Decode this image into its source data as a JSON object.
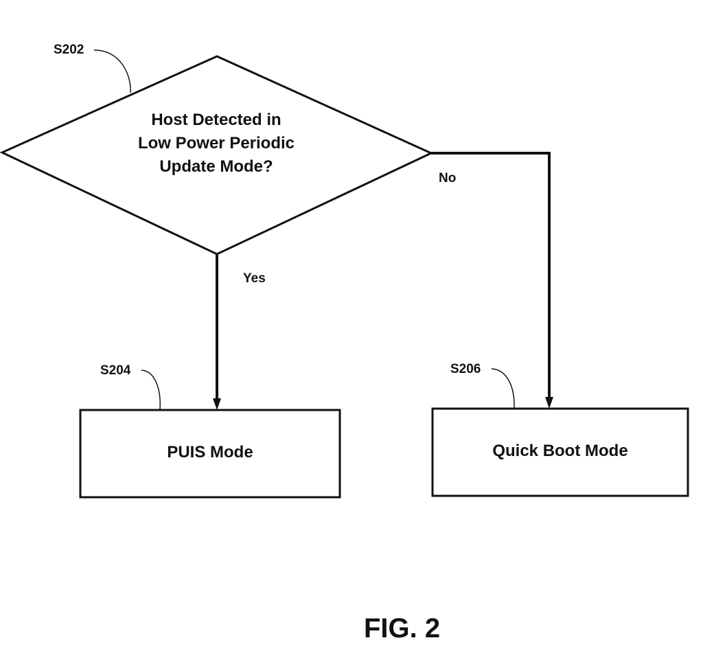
{
  "figure": {
    "caption": "FIG. 2"
  },
  "nodes": {
    "decision": {
      "ref": "S202",
      "lines": [
        "Host Detected in",
        "Low Power Periodic",
        "Update Mode?"
      ]
    },
    "puis": {
      "ref": "S204",
      "label": "PUIS Mode"
    },
    "quick_boot": {
      "ref": "S206",
      "label": "Quick Boot Mode"
    }
  },
  "edges": {
    "yes": {
      "label": "Yes",
      "from": "S202",
      "to": "S204"
    },
    "no": {
      "label": "No",
      "from": "S202",
      "to": "S206"
    }
  },
  "colors": {
    "ink": "#111111",
    "background": "#ffffff"
  }
}
